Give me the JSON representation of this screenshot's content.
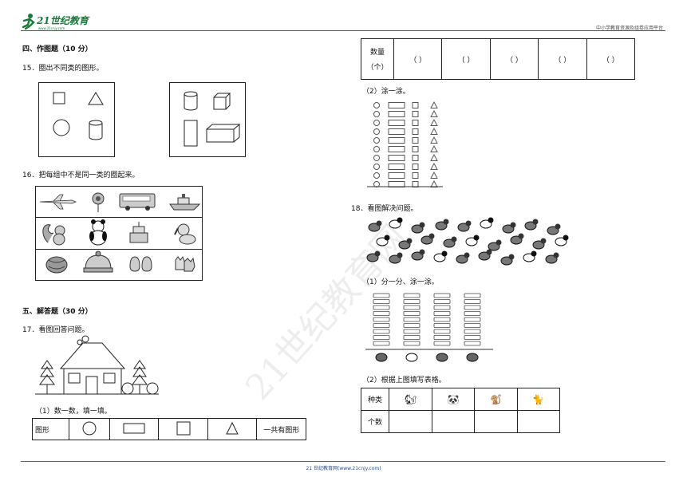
{
  "header": {
    "logo_text": "21世纪教育",
    "logo_url": "www.21cnjy.com",
    "platform": "中小学教育资源及组卷应用平台"
  },
  "footer": {
    "text": "21 世纪教育网(www.21cnjy.com)"
  },
  "watermark": "21世纪教育网",
  "section4": {
    "title": "四、作图题（10 分）"
  },
  "q15": {
    "text": "15．圈出不同类的图形。"
  },
  "q16": {
    "text": "16．把每组中不是同一类的圈起来。"
  },
  "section5": {
    "title": "五、解答题（30 分）"
  },
  "q17": {
    "text": "17．看图回答问题。",
    "sub1": "（1）数一数，填一填。",
    "table": {
      "row_label": "图形",
      "total_label": "一共有图形"
    }
  },
  "right_table": {
    "row_label_1": "数量",
    "row_label_2": "（个）",
    "blanks": [
      "（      ）",
      "（      ）",
      "（      ）",
      "（      ）",
      "（      ）"
    ]
  },
  "q17_sub2": "（2）涂一涂。",
  "q18": {
    "text": "18．看图解决问题。",
    "sub1": "（1）分一分、涂一涂。",
    "sub2": "（2）根据上图填写表格。",
    "table": {
      "row1_label": "种类",
      "row2_label": "个数"
    }
  }
}
